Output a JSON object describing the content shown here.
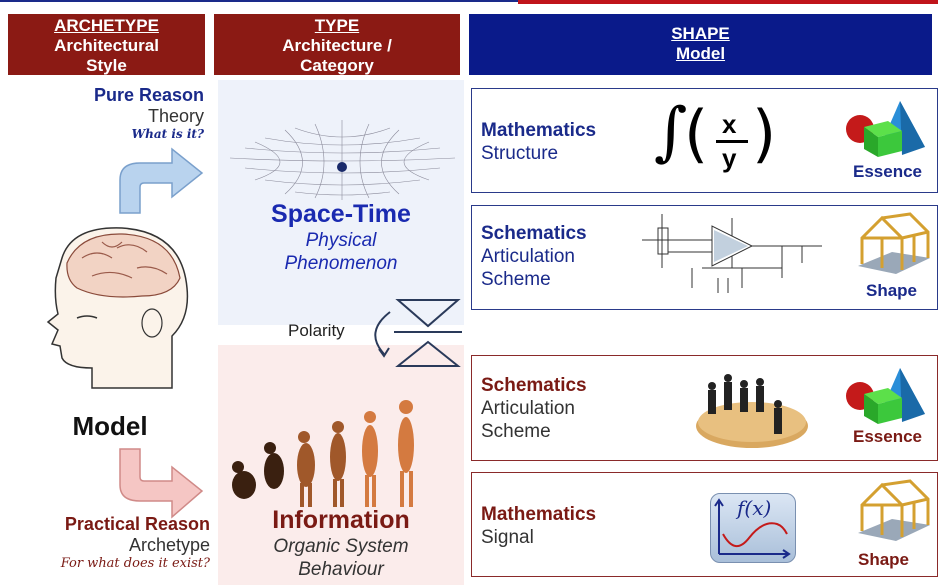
{
  "headers": {
    "archetype": {
      "title": "ARCHETYPE",
      "line2": "Architectural",
      "line3": "Style"
    },
    "type": {
      "title": "TYPE",
      "line2": "Architecture /",
      "line3": "Category"
    },
    "shape": {
      "title": "SHAPE",
      "line2": "Model"
    }
  },
  "left": {
    "pure_reason": {
      "title": "Pure Reason",
      "line2": "Theory",
      "question": "What is it?"
    },
    "model": "Model",
    "practical_reason": {
      "title": "Practical Reason",
      "line2": "Archetype",
      "question": "For what does it exist?"
    }
  },
  "middle": {
    "spacetime": {
      "title": "Space-Time",
      "line2": "Physical",
      "line3": "Phenomenon"
    },
    "polarity": "Polarity",
    "information": {
      "title": "Information",
      "line2": "Organic System",
      "line3": "Behaviour"
    }
  },
  "shape_boxes": [
    {
      "title": "Mathematics",
      "subtitle": "Structure",
      "subtitle2": "",
      "caption": "Essence",
      "formula_num": "x",
      "formula_den": "y"
    },
    {
      "title": "Schematics",
      "subtitle": "Articulation",
      "subtitle2": "Scheme",
      "caption": "Shape"
    },
    {
      "title": "Schematics",
      "subtitle": "Articulation",
      "subtitle2": "Scheme",
      "caption": "Essence"
    },
    {
      "title": "Mathematics",
      "subtitle": "Signal",
      "subtitle2": "",
      "caption": "Shape",
      "fx": "f(x)"
    }
  ],
  "colors": {
    "maroon": "#8b1a14",
    "navy": "#0a1a8a",
    "blue_text": "#1a2a8a",
    "red_text": "#7a1a14"
  }
}
